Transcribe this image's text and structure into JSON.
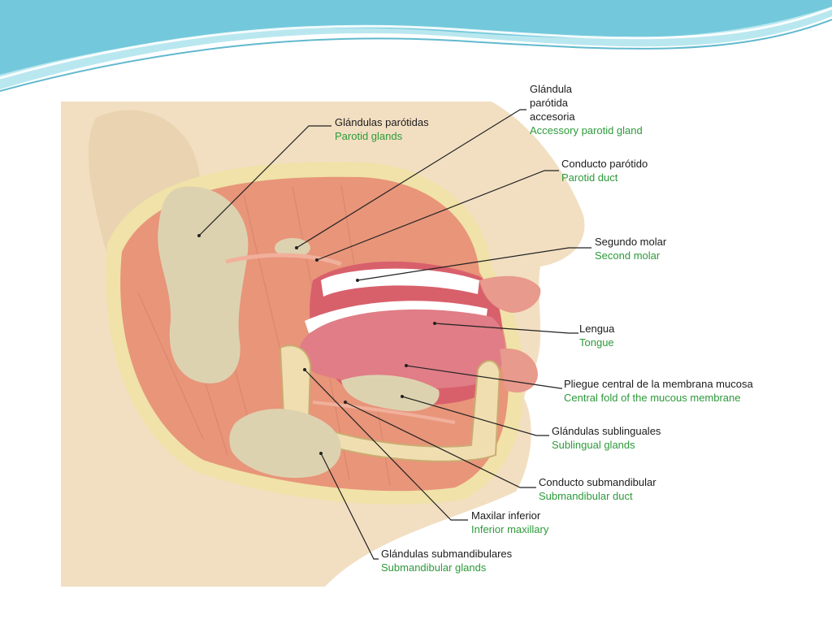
{
  "colors": {
    "spanish_label": "#1b1b1b",
    "english_label": "#2d9a3a",
    "skin": "#f2dfc2",
    "muscle": "#e8957a",
    "gland": "#ddd2b0",
    "tongue": "#e07d86",
    "banner_teal": "#5cc6d8"
  },
  "labels": [
    {
      "es": "Glándulas parótidas",
      "en": "Parotid glands"
    },
    {
      "es": "Glándula parótida accesoria",
      "en": "Accessory parotid gland"
    },
    {
      "es": "Conducto parótido",
      "en": "Parotid duct"
    },
    {
      "es": "Segundo molar",
      "en": "Second molar"
    },
    {
      "es": "Lengua",
      "en": "Tongue"
    },
    {
      "es": "Pliegue central de la membrana mucosa",
      "en": "Central fold of the mucous membrane"
    },
    {
      "es": "Glándulas sublinguales",
      "en": "Sublingual glands"
    },
    {
      "es": "Conducto submandibular",
      "en": "Submandibular duct"
    },
    {
      "es": "Maxilar inferior",
      "en": "Inferior maxillary"
    },
    {
      "es": "Glándulas submandibulares",
      "en": "Submandibular glands"
    }
  ]
}
